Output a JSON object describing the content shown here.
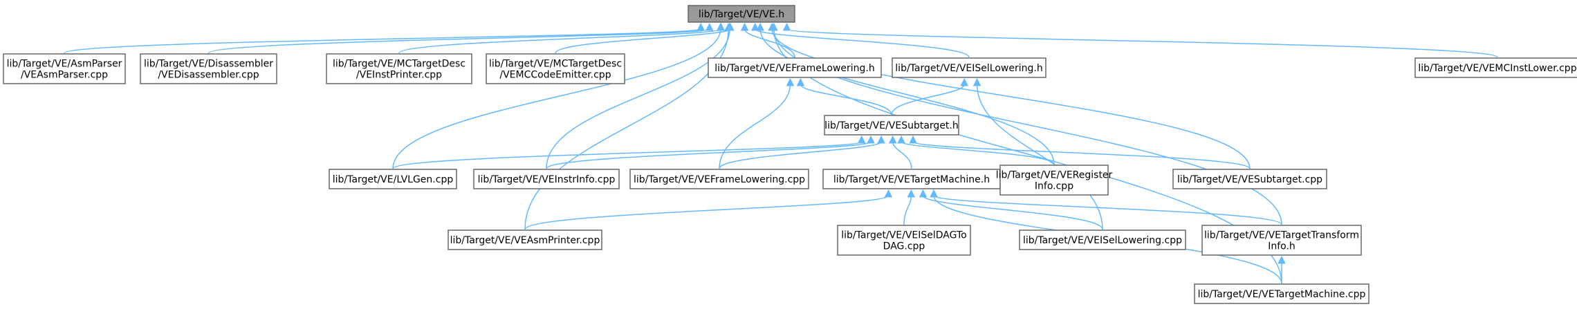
{
  "diagram": {
    "nodes": {
      "ve_h": [
        "lib/Target/VE/VE.h"
      ],
      "asm_parser": [
        "lib/Target/VE/AsmParser",
        "/VEAsmParser.cpp"
      ],
      "disassembler": [
        "lib/Target/VE/Disassembler",
        "/VEDisassembler.cpp"
      ],
      "inst_printer": [
        "lib/Target/VE/MCTargetDesc",
        "/VEInstPrinter.cpp"
      ],
      "mc_code_emitter": [
        "lib/Target/VE/MCTargetDesc",
        "/VEMCCodeEmitter.cpp"
      ],
      "frame_lowering_h": [
        "lib/Target/VE/VEFrameLowering.h"
      ],
      "isel_lowering_h": [
        "lib/Target/VE/VEISelLowering.h"
      ],
      "mcinst_lower": [
        "lib/Target/VE/VEMCInstLower.cpp"
      ],
      "subtarget_h": [
        "lib/Target/VE/VESubtarget.h"
      ],
      "lvlgen": [
        "lib/Target/VE/LVLGen.cpp"
      ],
      "instr_info": [
        "lib/Target/VE/VEInstrInfo.cpp"
      ],
      "frame_lowering_cpp": [
        "lib/Target/VE/VEFrameLowering.cpp"
      ],
      "target_machine_h": [
        "lib/Target/VE/VETargetMachine.h"
      ],
      "register_info": [
        "lib/Target/VE/VERegister",
        "Info.cpp"
      ],
      "subtarget_cpp": [
        "lib/Target/VE/VESubtarget.cpp"
      ],
      "asm_printer": [
        "lib/Target/VE/VEAsmPrinter.cpp"
      ],
      "isel_dag_to_dag": [
        "lib/Target/VE/VEISelDAGTo",
        "DAG.cpp"
      ],
      "isel_lowering_cpp": [
        "lib/Target/VE/VEISelLowering.cpp"
      ],
      "target_transform_info": [
        "lib/Target/VE/VETargetTransform",
        "Info.h"
      ],
      "target_machine_cpp": [
        "lib/Target/VE/VETargetMachine.cpp"
      ]
    },
    "edges": [
      [
        "ve_h",
        "asm_parser"
      ],
      [
        "ve_h",
        "disassembler"
      ],
      [
        "ve_h",
        "inst_printer"
      ],
      [
        "ve_h",
        "mc_code_emitter"
      ],
      [
        "ve_h",
        "frame_lowering_h"
      ],
      [
        "ve_h",
        "isel_lowering_h"
      ],
      [
        "ve_h",
        "mcinst_lower"
      ],
      [
        "ve_h",
        "lvlgen"
      ],
      [
        "ve_h",
        "instr_info"
      ],
      [
        "ve_h",
        "register_info"
      ],
      [
        "ve_h",
        "subtarget_cpp"
      ],
      [
        "ve_h",
        "asm_printer"
      ],
      [
        "ve_h",
        "target_transform_info"
      ],
      [
        "ve_h",
        "target_machine_cpp"
      ],
      [
        "frame_lowering_h",
        "subtarget_h"
      ],
      [
        "frame_lowering_h",
        "frame_lowering_cpp"
      ],
      [
        "isel_lowering_h",
        "subtarget_h"
      ],
      [
        "isel_lowering_h",
        "isel_lowering_cpp"
      ],
      [
        "subtarget_h",
        "lvlgen"
      ],
      [
        "subtarget_h",
        "instr_info"
      ],
      [
        "subtarget_h",
        "frame_lowering_cpp"
      ],
      [
        "subtarget_h",
        "target_machine_h"
      ],
      [
        "subtarget_h",
        "register_info"
      ],
      [
        "subtarget_h",
        "subtarget_cpp"
      ],
      [
        "target_machine_h",
        "asm_printer"
      ],
      [
        "target_machine_h",
        "isel_dag_to_dag"
      ],
      [
        "target_machine_h",
        "isel_lowering_cpp"
      ],
      [
        "target_machine_h",
        "target_transform_info"
      ],
      [
        "target_machine_h",
        "target_machine_cpp"
      ],
      [
        "target_transform_info",
        "target_machine_cpp"
      ]
    ],
    "colors": {
      "edge": "#63b8ff",
      "root_fill": "#999999",
      "node_fill": "#ffffff",
      "node_border": "#666666"
    }
  }
}
